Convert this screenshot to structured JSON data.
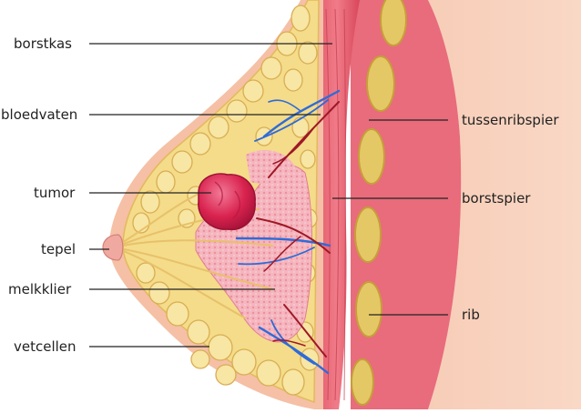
{
  "labels": {
    "borstkas": "borstkas",
    "bloedvaten": "bloedvaten",
    "tumor": "tumor",
    "tepel": "tepel",
    "melkklier": "melkklier",
    "vetcellen": "vetcellen",
    "tussenribspier": "tussenribspier",
    "borstspier": "borstspier",
    "rib": "rib"
  },
  "colors": {
    "skin": "#f4c7b0",
    "fat_lobule": "#f3dc88",
    "gland": "#f2a8b3",
    "muscle": "#d94a5a",
    "tumor": "#d9234f",
    "vein": "#2f6bd8",
    "artery": "#9e1826",
    "rib": "#e8cf6d"
  }
}
